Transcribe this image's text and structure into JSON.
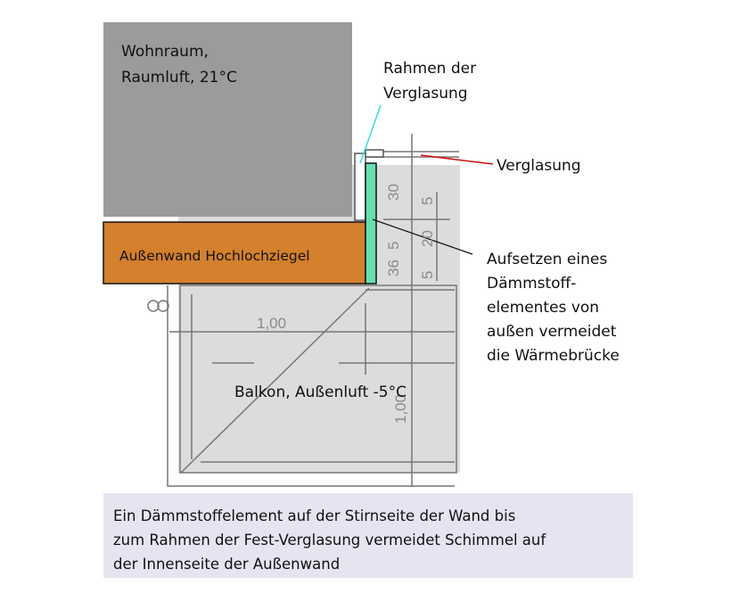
{
  "colors": {
    "room": "#9b9b9b",
    "wall": "#d4802c",
    "insulation": "#66e0b0",
    "drawing_bg": "#dcdcdc",
    "frame_leader": "#33dddd",
    "glazing_leader": "#d01010",
    "caption_bg": "#e5e5f1"
  },
  "labels": {
    "room_line1": "Wohnraum,",
    "room_line2": "Raumluft, 21°C",
    "frame_line1": "Rahmen der",
    "frame_line2": "Verglasung",
    "glazing": "Verglasung",
    "wall": "Außenwand Hochlochziegel",
    "balcony": "Balkon, Außenluft -5°C",
    "insulation_note": [
      "Aufsetzen eines",
      "Dämmstoff-",
      "elementes von",
      "außen vermeidet",
      "die Wärmebrücke"
    ]
  },
  "dimensions": [
    "30",
    "5",
    "20",
    "5",
    "36",
    "5",
    "1,00",
    "1,00"
  ],
  "caption": [
    "Ein Dämmstoffelement auf der Stirnseite der Wand bis",
    "zum Rahmen der Fest-Verglasung vermeidet Schimmel auf",
    "der Innenseite der Außenwand"
  ]
}
